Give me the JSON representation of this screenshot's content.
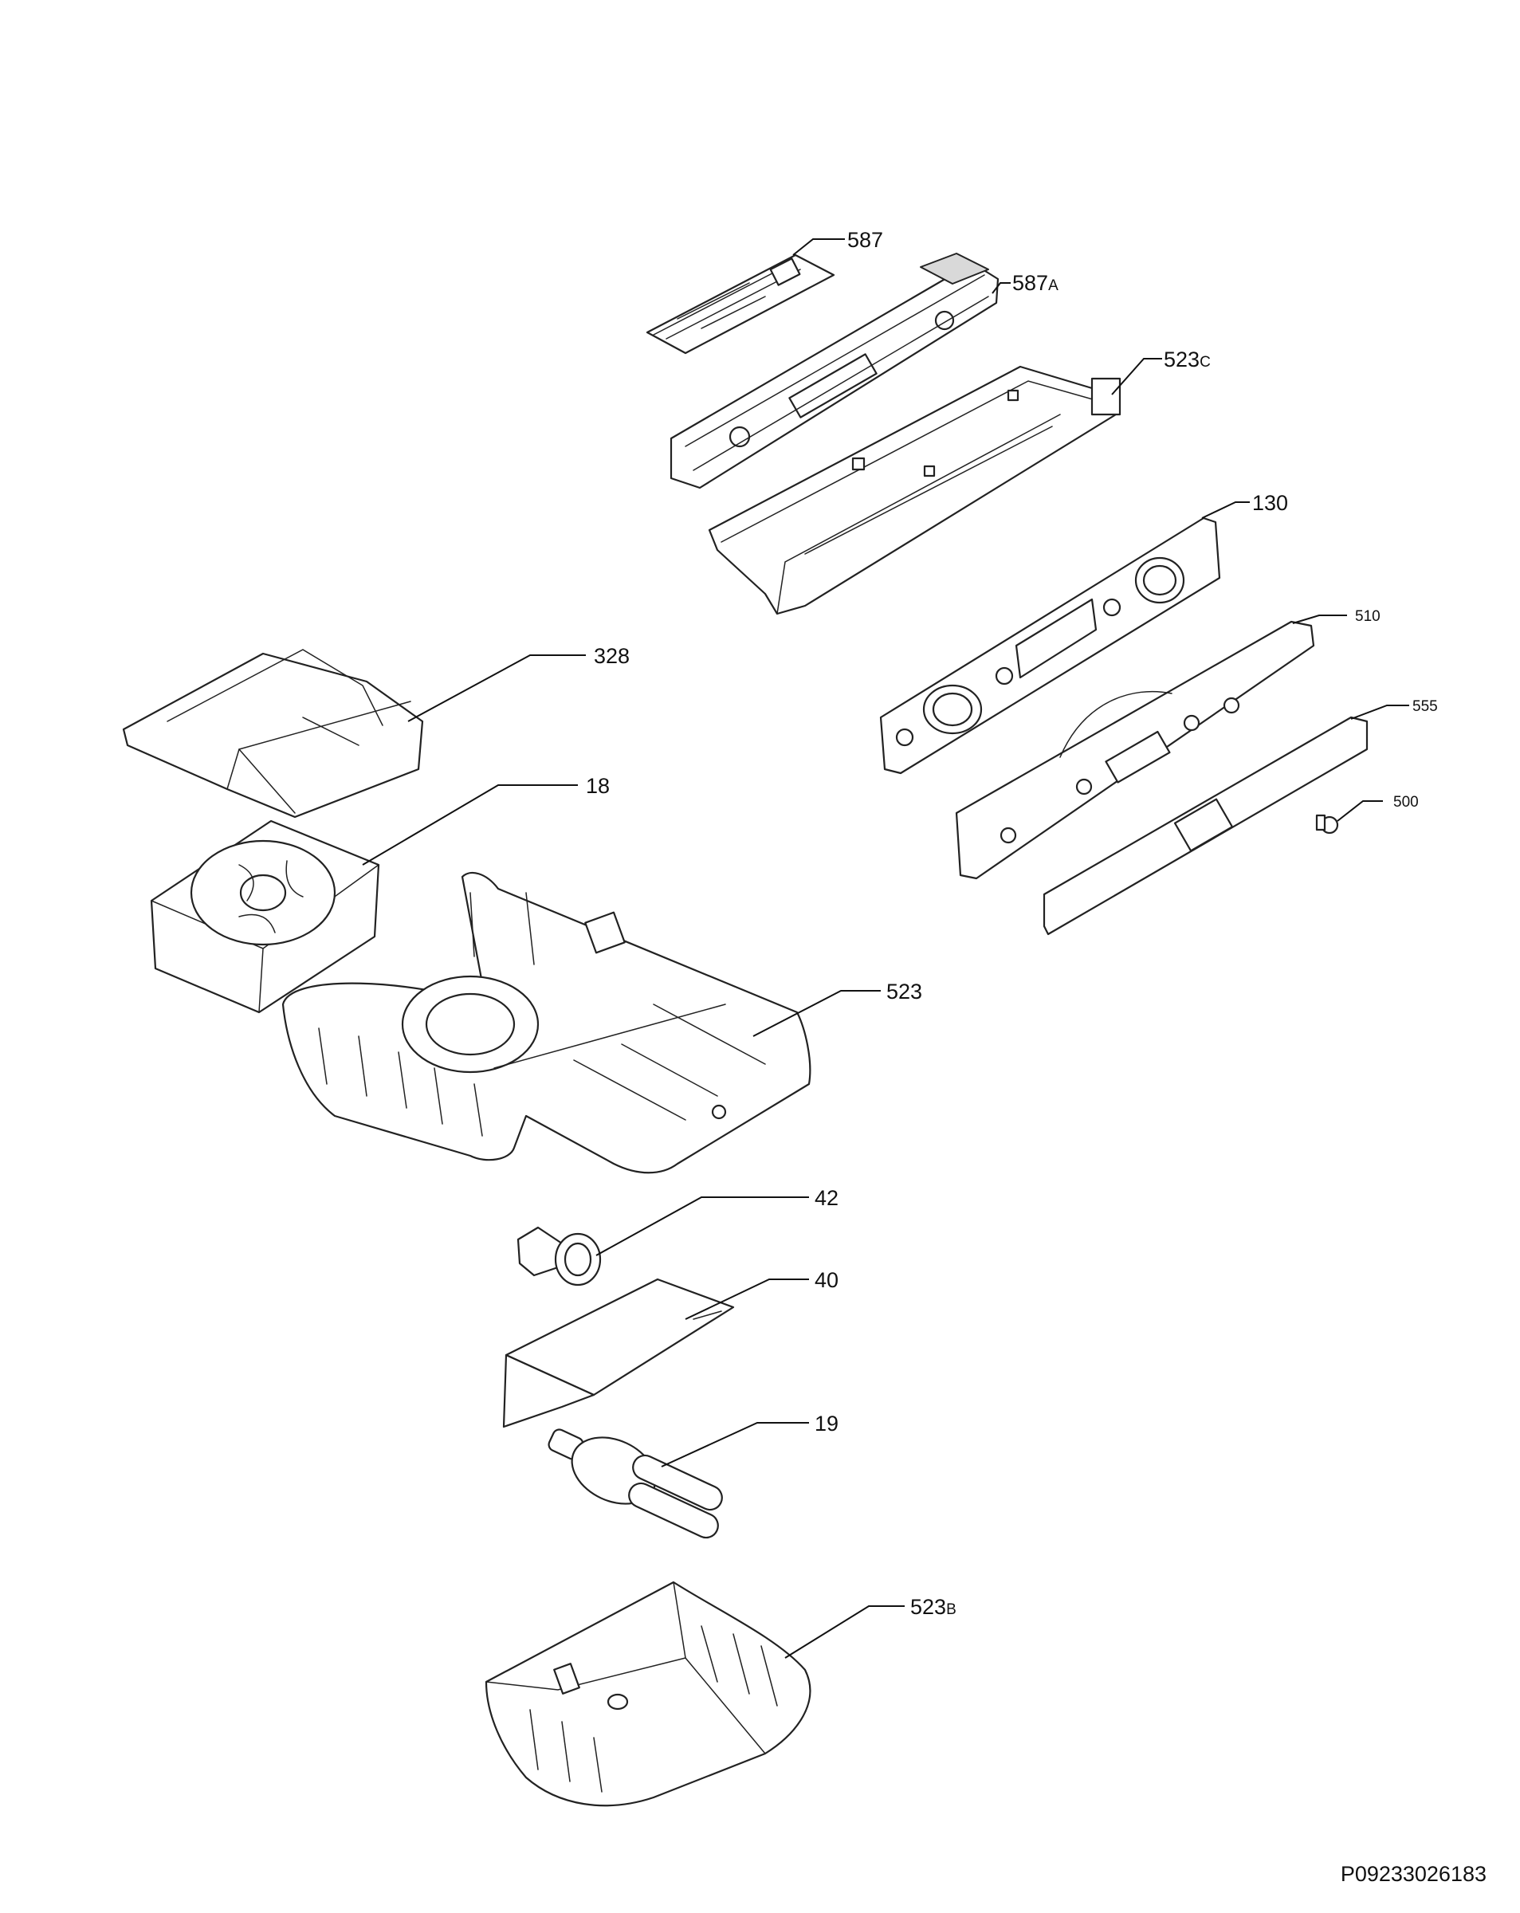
{
  "document_id": "P09233026183",
  "callouts": [
    {
      "id": "587",
      "label": "587",
      "suffix": ""
    },
    {
      "id": "587A",
      "label": "587",
      "suffix": "A"
    },
    {
      "id": "523C",
      "label": "523",
      "suffix": "C"
    },
    {
      "id": "130",
      "label": "130",
      "suffix": ""
    },
    {
      "id": "510",
      "label": "510",
      "suffix": ""
    },
    {
      "id": "555",
      "label": "555",
      "suffix": ""
    },
    {
      "id": "500",
      "label": "500",
      "suffix": ""
    },
    {
      "id": "328",
      "label": "328",
      "suffix": ""
    },
    {
      "id": "18",
      "label": "18",
      "suffix": ""
    },
    {
      "id": "523",
      "label": "523",
      "suffix": ""
    },
    {
      "id": "42",
      "label": "42",
      "suffix": ""
    },
    {
      "id": "40",
      "label": "40",
      "suffix": ""
    },
    {
      "id": "19",
      "label": "19",
      "suffix": ""
    },
    {
      "id": "523B",
      "label": "523",
      "suffix": "B"
    }
  ]
}
